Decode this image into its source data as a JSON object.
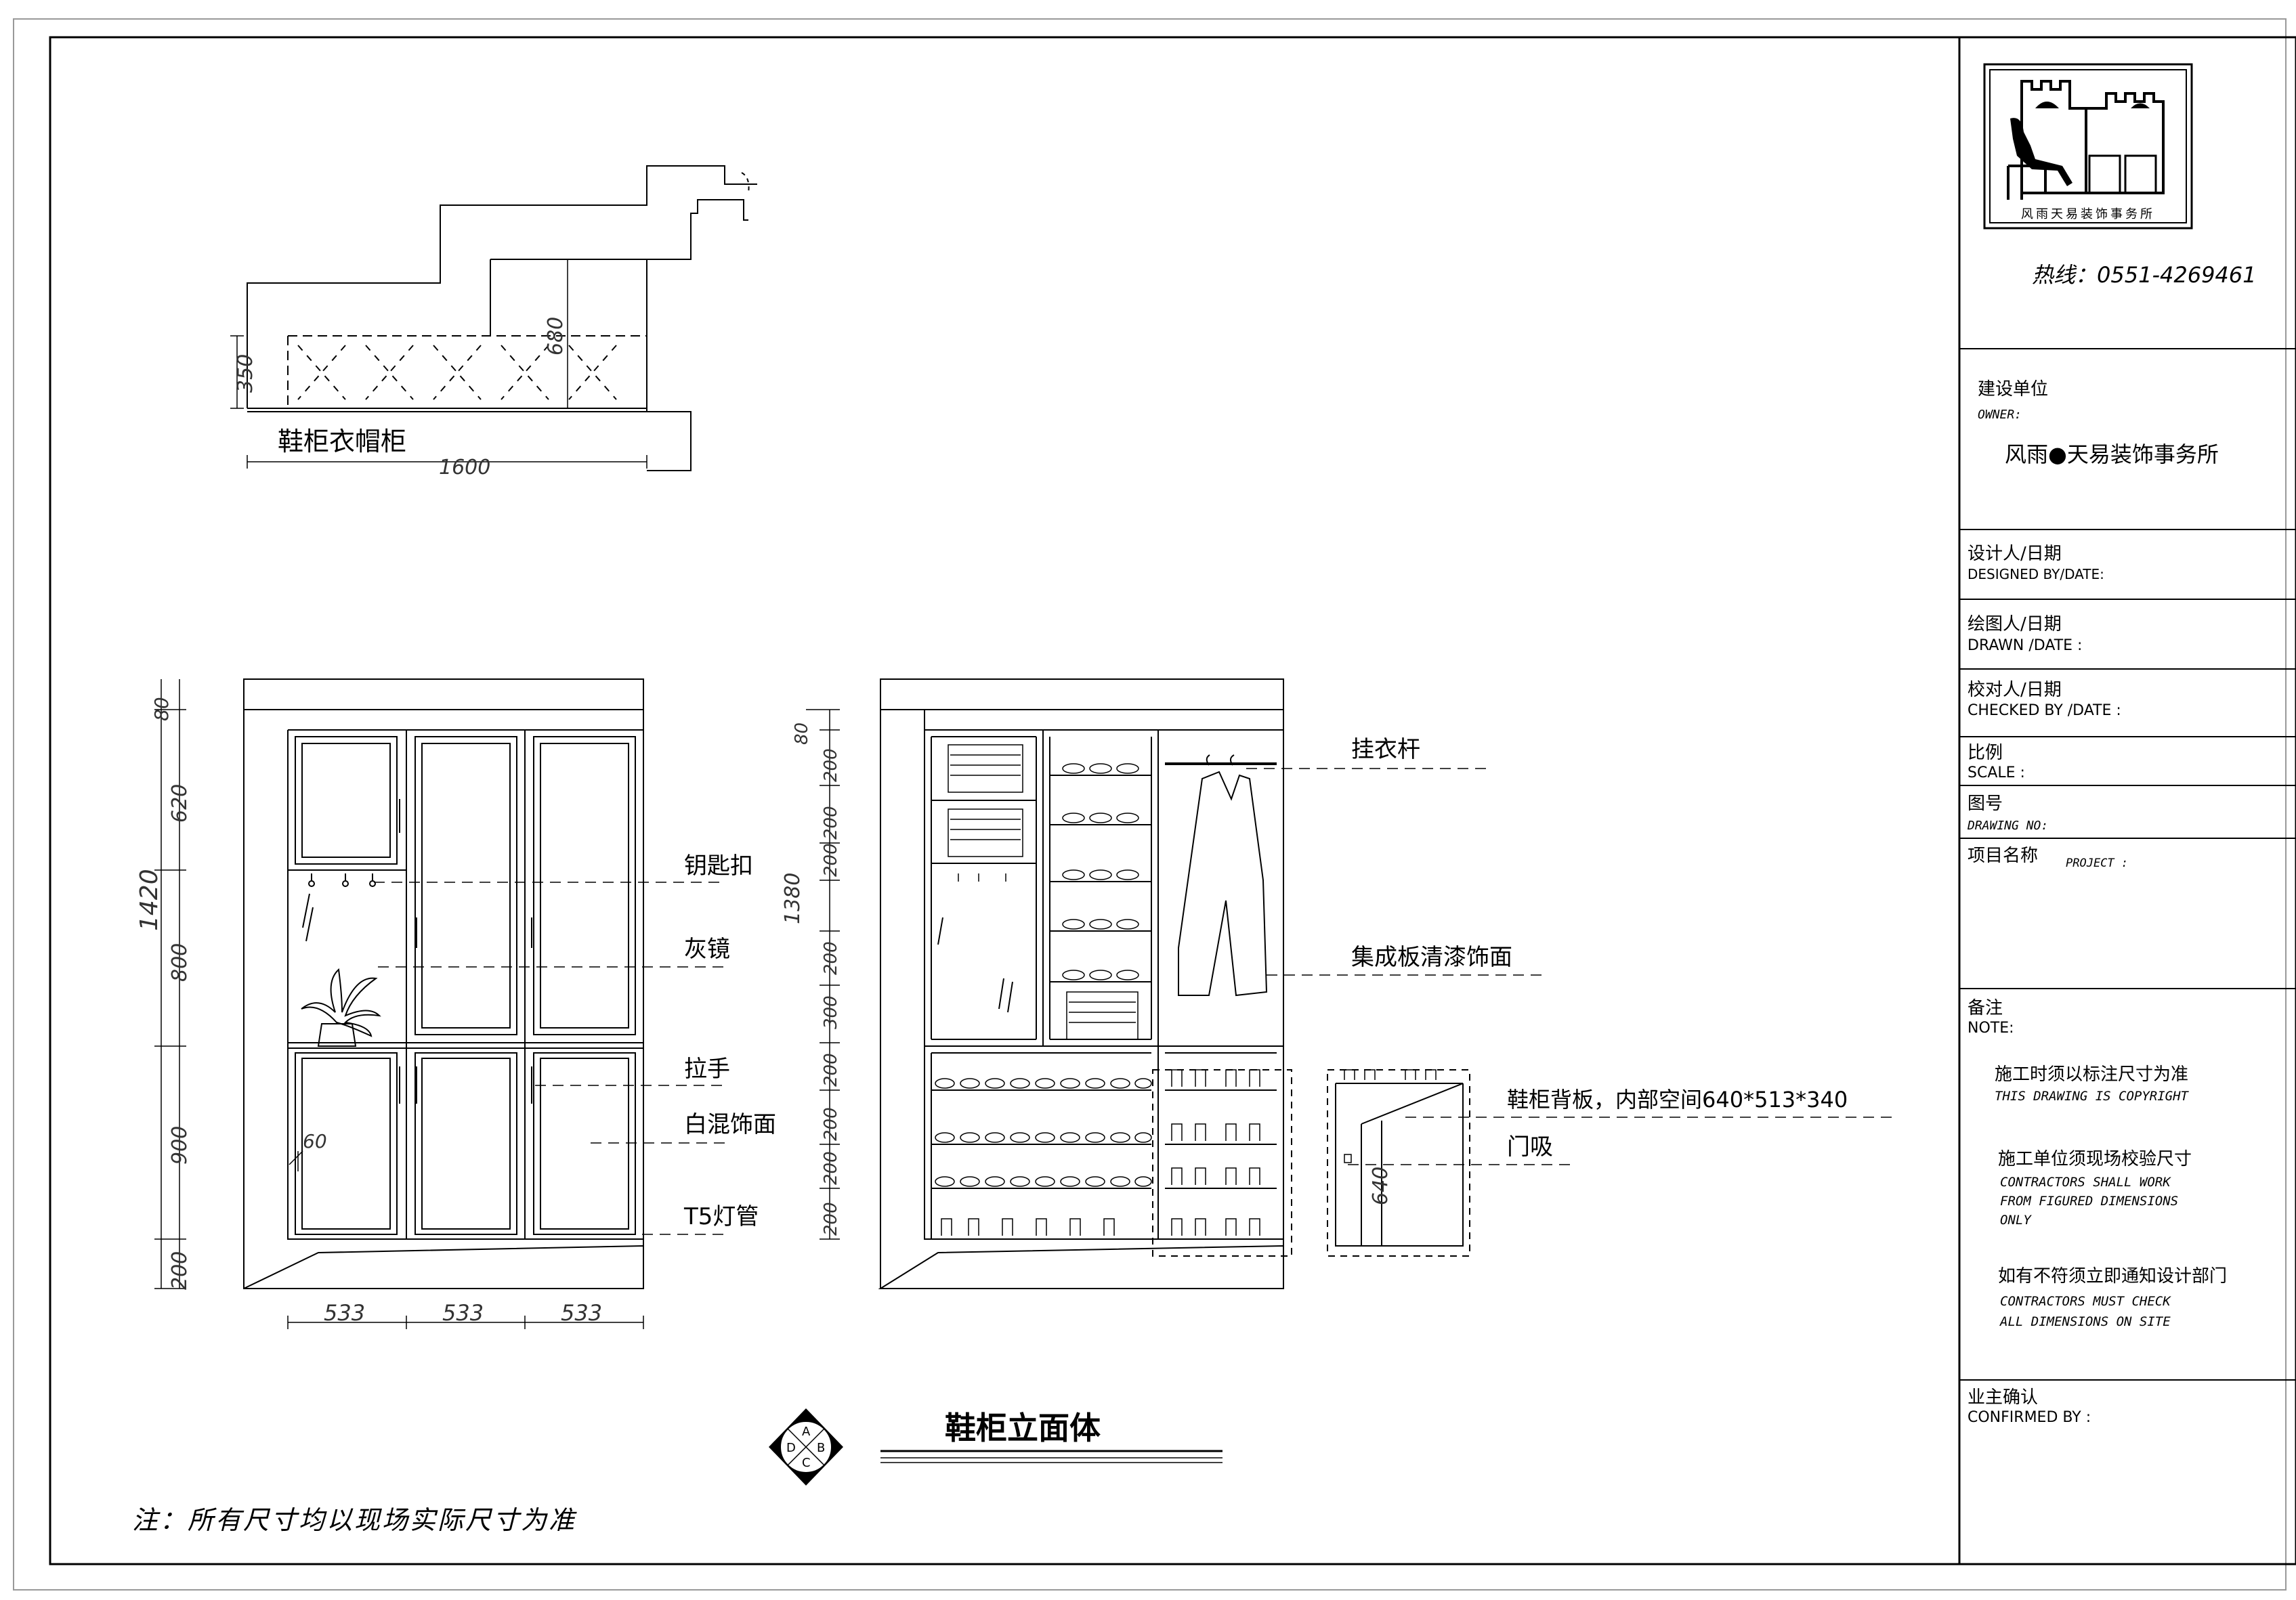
{
  "plan": {
    "title": "鞋柜衣帽柜",
    "dim_depth": "350",
    "dim_height": "680",
    "dim_width": "1600"
  },
  "front_elevation": {
    "dims_left": [
      "80",
      "620",
      "1420",
      "800",
      "900",
      "200"
    ],
    "dims_bottom": [
      "533",
      "533",
      "533"
    ],
    "dim_inner": "60"
  },
  "side_elevation": {
    "dims_left": [
      "80",
      "200",
      "200",
      "1380",
      "200",
      "200",
      "300",
      "200",
      "200",
      "200",
      "200"
    ],
    "dim_small_cabinet": "640"
  },
  "labels": {
    "key_hook": "钥匙扣",
    "grey_mirror": "灰镜",
    "handle": "拉手",
    "white_finish": "白混饰面",
    "t5_lamp": "T5灯管",
    "hanging_rod": "挂衣杆",
    "board_finish": "集成板清漆饰面",
    "back_panel": "鞋柜背板，内部空间640*513*340",
    "door_stop": "门吸"
  },
  "drawing_title": "鞋柜立面体",
  "symbol_letters": [
    "A",
    "B",
    "C",
    "D"
  ],
  "footnote": "注：所有尺寸均以现场实际尺寸为准",
  "title_block": {
    "logo_caption": "风雨天易装饰事务所",
    "hotline": "热线：0551-4269461",
    "owner_cn": "建设单位",
    "owner_en": "OWNER:",
    "owner_value": "风雨●天易装饰事务所",
    "designed_cn": "设计人/日期",
    "designed_en": "DESIGNED BY/DATE:",
    "drawn_cn": "绘图人/日期",
    "drawn_en": "DRAWN /DATE :",
    "checked_cn": "校对人/日期",
    "checked_en": "CHECKED BY /DATE :",
    "scale_cn": "比例",
    "scale_en": "SCALE :",
    "drawing_no_cn": "图号",
    "drawing_no_en": "DRAWING NO:",
    "project_cn": "项目名称",
    "project_en": "PROJECT :",
    "note_cn": "备注",
    "note_en": "NOTE:",
    "note1_cn": "施工时须以标注尺寸为准",
    "note1_en": "THIS DRAWING IS COPYRIGHT",
    "note2_cn": "施工单位须现场校验尺寸",
    "note2_en1": "CONTRACTORS SHALL WORK",
    "note2_en2": "FROM FIGURED DIMENSIONS",
    "note2_en3": "ONLY",
    "note3_cn": "如有不符须立即通知设计部门",
    "note3_en1": "CONTRACTORS MUST CHECK",
    "note3_en2": "ALL DIMENSIONS ON SITE",
    "confirmed_cn": "业主确认",
    "confirmed_en": "CONFIRMED BY :"
  }
}
